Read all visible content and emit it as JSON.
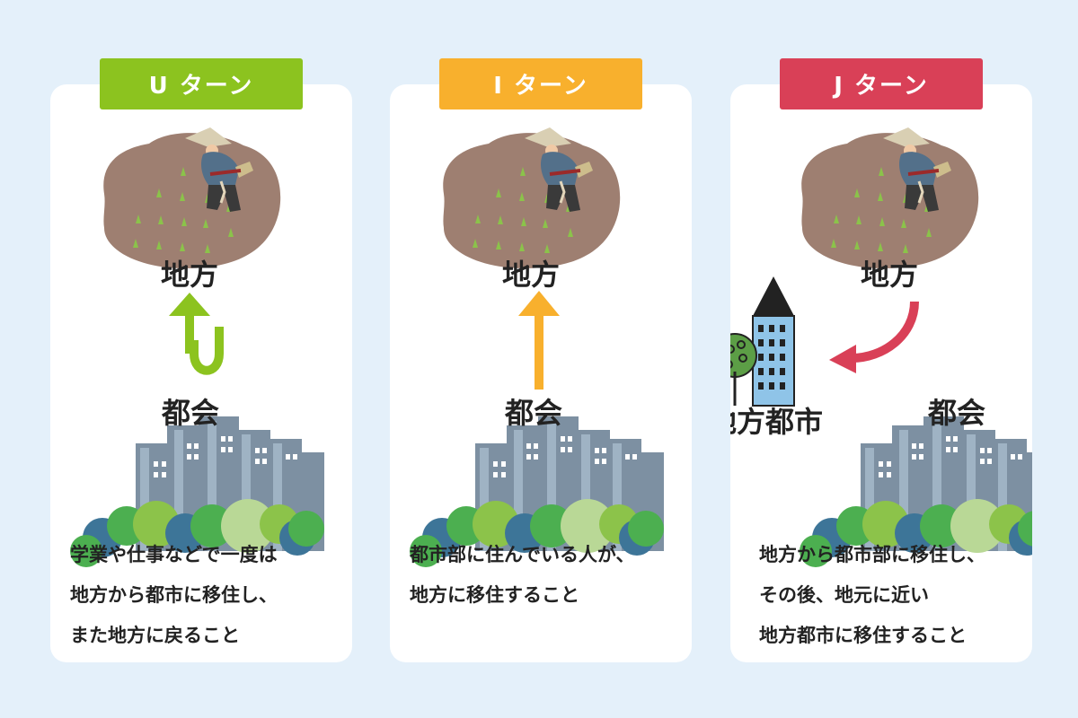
{
  "colors": {
    "background": "#e4f0fa",
    "u_turn": "#8cc31f",
    "i_turn": "#f8b02d",
    "j_turn": "#d94057",
    "field": "#9e7f71",
    "building": "#7d90a2",
    "bush_green": "#4caf50",
    "bush_blue": "#3d7598"
  },
  "icons": [
    "farmer-icon",
    "field-icon",
    "city-buildings-icon",
    "bush-icon",
    "tower-building-icon",
    "tree-icon",
    "arrow-icon"
  ],
  "panels": [
    {
      "badge": "U ターン",
      "rural_label": "地方",
      "city_label": "都会",
      "description": [
        "学業や仕事などで一度は",
        "地方から都市に移住し、",
        "また地方に戻ること"
      ]
    },
    {
      "badge": "I ターン",
      "rural_label": "地方",
      "city_label": "都会",
      "description": [
        "都市部に住んでいる人が、",
        "地方に移住すること"
      ]
    },
    {
      "badge": "J ターン",
      "rural_label": "地方",
      "city_label": "都会",
      "regional_city_label": "地方都市",
      "description": [
        "地方から都市部に移住し、",
        "その後、地元に近い",
        "地方都市に移住すること"
      ]
    }
  ]
}
